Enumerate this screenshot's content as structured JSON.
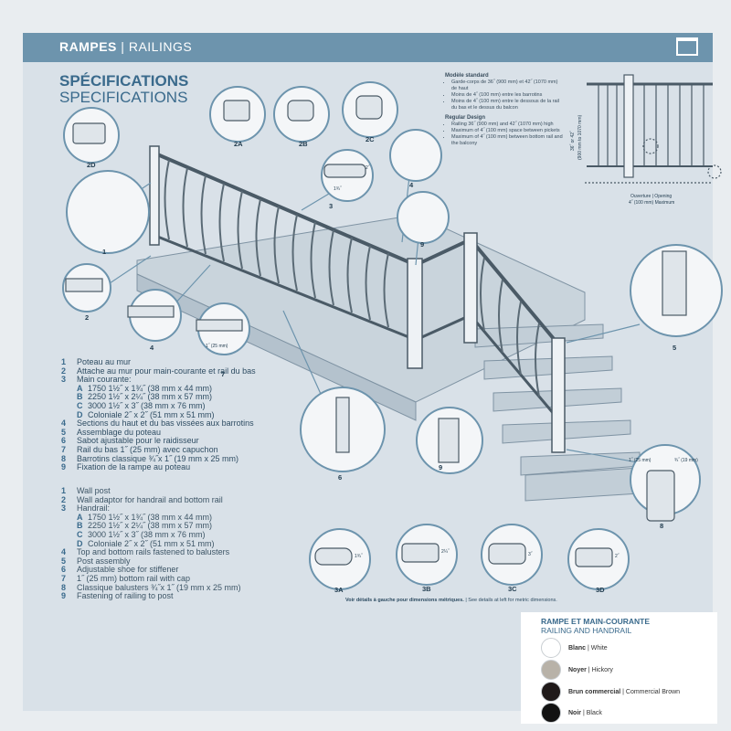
{
  "header": {
    "title_bold": "RAMPES",
    "separator": " | ",
    "title_light": "RAILINGS"
  },
  "specs": {
    "title_fr": "SPÉCIFICATIONS",
    "title_en": "SPECIFICATIONS"
  },
  "modele": {
    "title_fr": "Modèle standard",
    "items_fr": [
      "Garde-corps de 36˝ (900 mm) et 42˝ (1070 mm) de haut",
      "Moins de 4˝ (100 mm) entre les barrotins",
      "Moins de 4˝ (100 mm) entre le dessous de la rail du bas et le dessus du balcon"
    ],
    "title_en": "Regular Design",
    "items_en": [
      "Railing 36˝ (900 mm) and 42˝ (1070 mm) high",
      "Maximum of 4˝ (100 mm) space between pickets",
      "Maximum of 4˝ (100 mm) between bottom rail and the balcony"
    ]
  },
  "diagram": {
    "height_label": "36˝ or 42˝",
    "height_label_mm": "(900 mm to 1070 mm)",
    "opening_label": "Ouverture | Opening",
    "opening_value": "4˝ (100 mm) Maximum",
    "callouts": [
      "1",
      "2",
      "2A",
      "2B",
      "2C",
      "2D",
      "3",
      "4",
      "4",
      "5",
      "6",
      "7",
      "8",
      "9",
      "9",
      "3A",
      "3B",
      "3C",
      "3D"
    ],
    "dims": {
      "d3_w": "1¾˝",
      "d3_h": "2˝",
      "d4": "1˝ (25 mm)",
      "d8_a": "1˝ (25 mm)",
      "d8_b": "¾˝ (19 mm)",
      "d3a": "1¾˝",
      "d3b": "2¼˝",
      "d3c": "3˝",
      "d3d": "2˝"
    }
  },
  "legend_fr": [
    {
      "n": "1",
      "t": "Poteau au mur"
    },
    {
      "n": "2",
      "t": "Attache au mur pour main-courante et rail du bas"
    },
    {
      "n": "3",
      "t": "Main courante:"
    },
    {
      "n": "A",
      "t": "1750 1½˝ x 1¾˝ (38 mm x 44 mm)",
      "sub": true
    },
    {
      "n": "B",
      "t": "2250 1½˝ x 2¼˝ (38 mm x 57 mm)",
      "sub": true
    },
    {
      "n": "C",
      "t": "3000 1½˝ x 3˝ (38 mm x 76 mm)",
      "sub": true
    },
    {
      "n": "D",
      "t": "Coloniale 2˝ x 2˝ (51 mm x 51 mm)",
      "sub": true
    },
    {
      "n": "4",
      "t": "Sections du haut et du bas vissées aux barrotins"
    },
    {
      "n": "5",
      "t": "Assemblage du poteau"
    },
    {
      "n": "6",
      "t": "Sabot ajustable pour le raidisseur"
    },
    {
      "n": "7",
      "t": "Rail du bas 1˝ (25 mm) avec capuchon"
    },
    {
      "n": "8",
      "t": "Barrotins classique ¾˝x 1˝ (19 mm x 25 mm)"
    },
    {
      "n": "9",
      "t": "Fixation de la rampe au poteau"
    }
  ],
  "legend_en": [
    {
      "n": "1",
      "t": "Wall post"
    },
    {
      "n": "2",
      "t": "Wall adaptor for handrail and bottom rail"
    },
    {
      "n": "3",
      "t": "Handrail:"
    },
    {
      "n": "A",
      "t": "1750 1½˝ x 1¾˝ (38 mm x 44 mm)",
      "sub": true
    },
    {
      "n": "B",
      "t": "2250 1½˝ x 2¼˝ (38 mm x 57 mm)",
      "sub": true
    },
    {
      "n": "C",
      "t": "3000 1½˝ x 3˝ (38 mm x 76 mm)",
      "sub": true
    },
    {
      "n": "D",
      "t": "Coloniale 2˝ x 2˝ (51 mm x 51 mm)",
      "sub": true
    },
    {
      "n": "4",
      "t": "Top and bottom rails fastened to balusters"
    },
    {
      "n": "5",
      "t": "Post assembly"
    },
    {
      "n": "6",
      "t": "Adjustable shoe for stiffener"
    },
    {
      "n": "7",
      "t": "1˝ (25 mm) bottom rail with cap"
    },
    {
      "n": "8",
      "t": "Classique balusters ¾˝x 1˝ (19 mm x 25 mm)"
    },
    {
      "n": "9",
      "t": "Fastening of railing to post"
    }
  ],
  "footnote": {
    "fr": "Voir détails à gauche pour dimensions métriques.",
    "sep": " | ",
    "en": "See details at left for metric dimensions."
  },
  "colors": {
    "title_fr": "RAMPE ET MAIN-COURANTE",
    "title_en": "RAILING AND HANDRAIL",
    "items": [
      {
        "fr": "Blanc",
        "en": "White",
        "hex": "#ffffff"
      },
      {
        "fr": "Noyer",
        "en": "Hickory",
        "hex": "#b8b2a8"
      },
      {
        "fr": "Brun commercial",
        "en": "Commercial Brown",
        "hex": "#201a1a"
      },
      {
        "fr": "Noir",
        "en": "Black",
        "hex": "#121212"
      }
    ]
  }
}
